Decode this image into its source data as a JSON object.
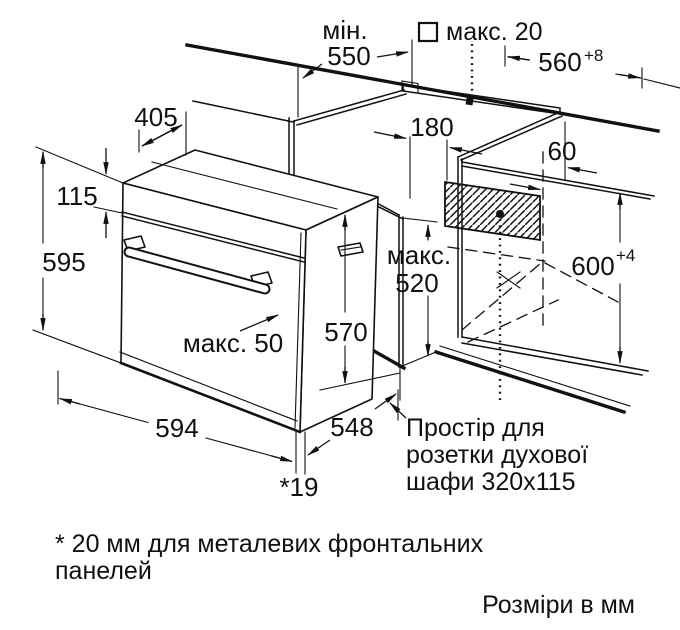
{
  "diagram": {
    "type": "oven-installation-dimension-drawing",
    "background": "#ffffff",
    "line_color": "#111111",
    "labels": {
      "min_word": "мін.",
      "min_value": "550",
      "max20": "макс. 20",
      "w560": "560",
      "w560_tol": "+8",
      "d405": "405",
      "d115": "115",
      "d595": "595",
      "d180": "180",
      "d60": "60",
      "max520_word": "макс.",
      "max520_value": "520",
      "h600": "600",
      "h600_tol": "+4",
      "max50": "макс. 50",
      "d570": "570",
      "d594": "594",
      "d548": "548",
      "gap19": "*19",
      "socket_note_line1": "Простір для",
      "socket_note_line2": "розетки духової",
      "socket_note_line3": "шафи 320x115",
      "footnote_line1": "* 20 мм для металевих фронтальних",
      "footnote_line2": "панелей",
      "units_note": "Розміри в мм"
    }
  }
}
